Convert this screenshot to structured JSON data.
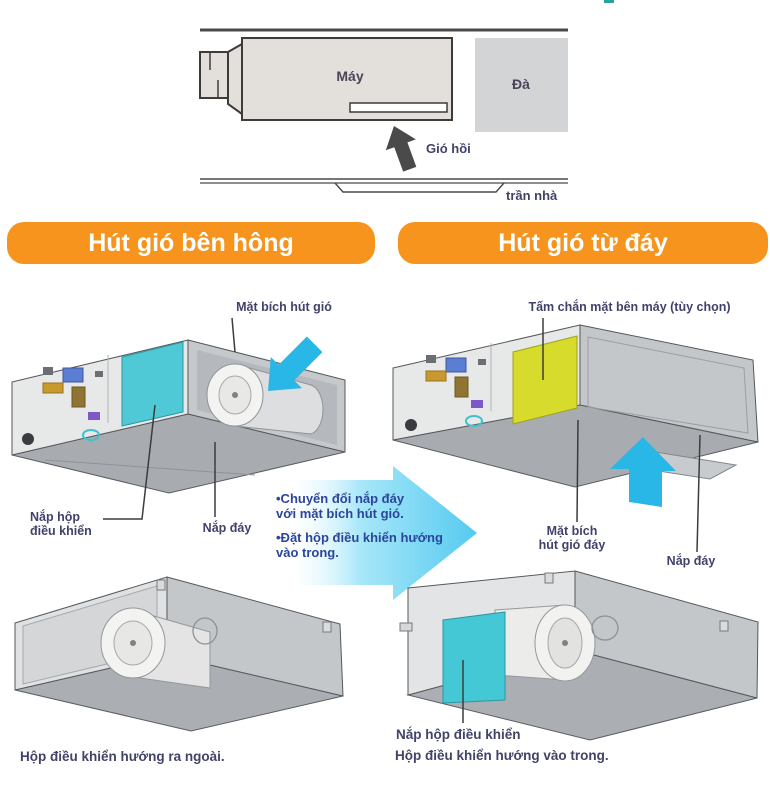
{
  "top_diagram": {
    "machine_label": "Máy",
    "beam_label": "Đà",
    "return_air_label": "Gió hồi",
    "ceiling_label": "trần nhà"
  },
  "banners": {
    "left": "Hút gió bên hông",
    "right": "Hút gió từ đáy"
  },
  "side_intake": {
    "flange_label": "Mặt bích hút gió",
    "control_cover_label": "Nắp hộp\nđiều khiển",
    "bottom_cover_label": "Nắp đáy",
    "caption": "Hộp điều khiển hướng ra ngoài."
  },
  "bottom_intake": {
    "side_plate_label": "Tấm chắn mặt bên máy (tùy chọn)",
    "bottom_flange_label": "Mặt bích\nhút gió đáy",
    "bottom_cover_label": "Nắp đáy",
    "control_cover_label": "Nắp hộp điều khiển",
    "caption": "Hộp điều khiển hướng vào trong."
  },
  "conversion_note": {
    "items": [
      "•Chuyển đổi nắp đáy\nvới mặt bích hút gió.",
      "•Đặt hộp điều khiển hướng\nvào trong."
    ]
  },
  "colors": {
    "banner_orange": "#F6941E",
    "label_text": "#41426B",
    "note_text": "#2B459C",
    "arrow_cyan": "#29B7E8",
    "panel_teal": "#4DC9D5",
    "panel_yellow": "#D7DB2C",
    "big_arrow_blue": "#55CAF0"
  }
}
